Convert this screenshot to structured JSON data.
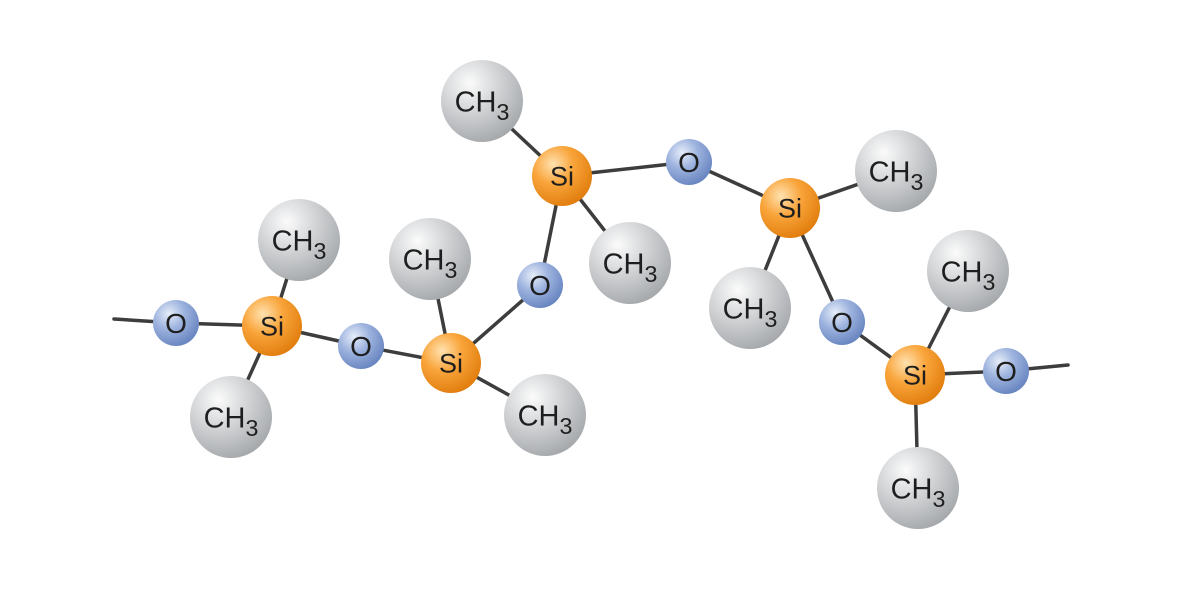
{
  "molecule": {
    "colors": {
      "silicon": "#f7941d",
      "oxygen": "#7f9bd0",
      "methyl": "#b9bcbf",
      "bond": "#3d3d3d"
    },
    "atoms": [
      {
        "id": "o1",
        "element": "oxygen",
        "label": "O"
      },
      {
        "id": "si1",
        "element": "silicon",
        "label": "Si"
      },
      {
        "id": "me1a",
        "element": "methyl",
        "label": "CH",
        "sub": "3"
      },
      {
        "id": "me1b",
        "element": "methyl",
        "label": "CH",
        "sub": "3"
      },
      {
        "id": "o2",
        "element": "oxygen",
        "label": "O"
      },
      {
        "id": "si2",
        "element": "silicon",
        "label": "Si"
      },
      {
        "id": "me2a",
        "element": "methyl",
        "label": "CH",
        "sub": "3"
      },
      {
        "id": "me2b",
        "element": "methyl",
        "label": "CH",
        "sub": "3"
      },
      {
        "id": "o3",
        "element": "oxygen",
        "label": "O"
      },
      {
        "id": "si3",
        "element": "silicon",
        "label": "Si"
      },
      {
        "id": "me3a",
        "element": "methyl",
        "label": "CH",
        "sub": "3"
      },
      {
        "id": "me3b",
        "element": "methyl",
        "label": "CH",
        "sub": "3"
      },
      {
        "id": "o4",
        "element": "oxygen",
        "label": "O"
      },
      {
        "id": "si4",
        "element": "silicon",
        "label": "Si"
      },
      {
        "id": "me4a",
        "element": "methyl",
        "label": "CH",
        "sub": "3"
      },
      {
        "id": "me4b",
        "element": "methyl",
        "label": "CH",
        "sub": "3"
      },
      {
        "id": "o5",
        "element": "oxygen",
        "label": "O"
      },
      {
        "id": "si5",
        "element": "silicon",
        "label": "Si"
      },
      {
        "id": "me5a",
        "element": "methyl",
        "label": "CH",
        "sub": "3"
      },
      {
        "id": "me5b",
        "element": "methyl",
        "label": "CH",
        "sub": "3"
      },
      {
        "id": "o6",
        "element": "oxygen",
        "label": "O"
      }
    ],
    "bonds": [
      [
        "chain-start",
        "o1"
      ],
      [
        "o1",
        "si1"
      ],
      [
        "si1",
        "me1a"
      ],
      [
        "si1",
        "me1b"
      ],
      [
        "si1",
        "o2"
      ],
      [
        "o2",
        "si2"
      ],
      [
        "si2",
        "me2a"
      ],
      [
        "si2",
        "me2b"
      ],
      [
        "si2",
        "o3"
      ],
      [
        "o3",
        "si3"
      ],
      [
        "si3",
        "me3a"
      ],
      [
        "si3",
        "me3b"
      ],
      [
        "si3",
        "o4"
      ],
      [
        "o4",
        "si4"
      ],
      [
        "si4",
        "me4a"
      ],
      [
        "si4",
        "me4b"
      ],
      [
        "si4",
        "o5"
      ],
      [
        "o5",
        "si5"
      ],
      [
        "si5",
        "me5a"
      ],
      [
        "si5",
        "me5b"
      ],
      [
        "si5",
        "o6"
      ],
      [
        "o6",
        "chain-end"
      ]
    ]
  }
}
